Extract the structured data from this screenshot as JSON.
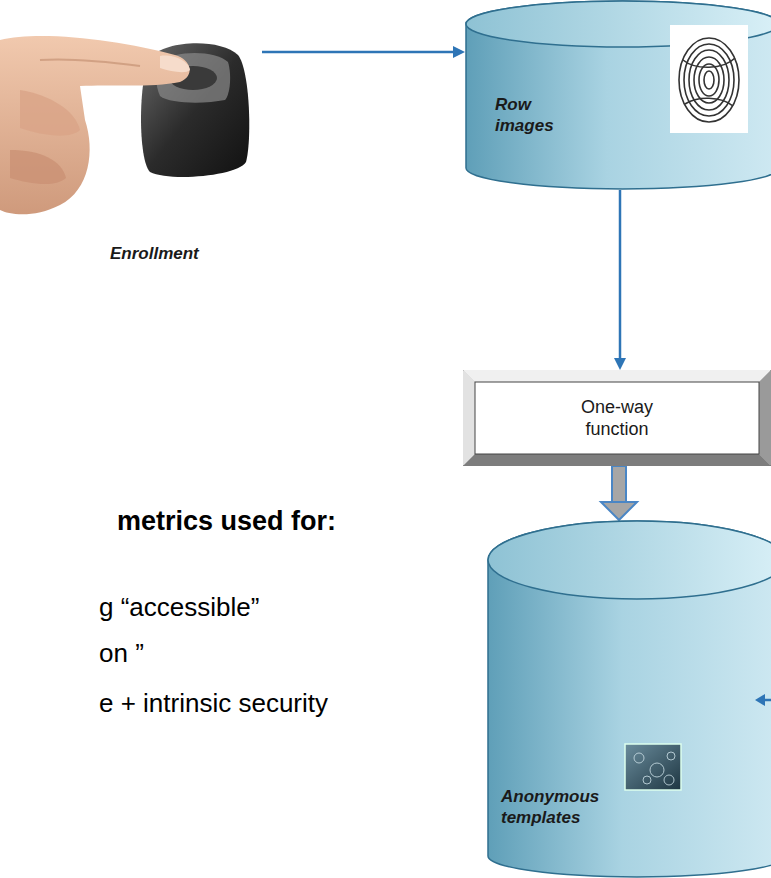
{
  "diagram": {
    "nodes": [
      {
        "text": [
          "Enrollment"
        ]
      },
      {
        "text": [
          "Row images"
        ]
      },
      {
        "text": [
          "One-way function"
        ]
      },
      {
        "text": [
          "Anonymous templates"
        ]
      }
    ],
    "edges": [
      {
        "from": 0,
        "to": 1,
        "arrow": "to"
      },
      {
        "from": 1,
        "to": 2,
        "arrow": "to"
      },
      {
        "from": 2,
        "to": 3,
        "arrow": "to"
      }
    ],
    "labels": [
      "metrics used for:",
      "g “accessible”",
      "on ”",
      "e + intrinsic security"
    ]
  }
}
